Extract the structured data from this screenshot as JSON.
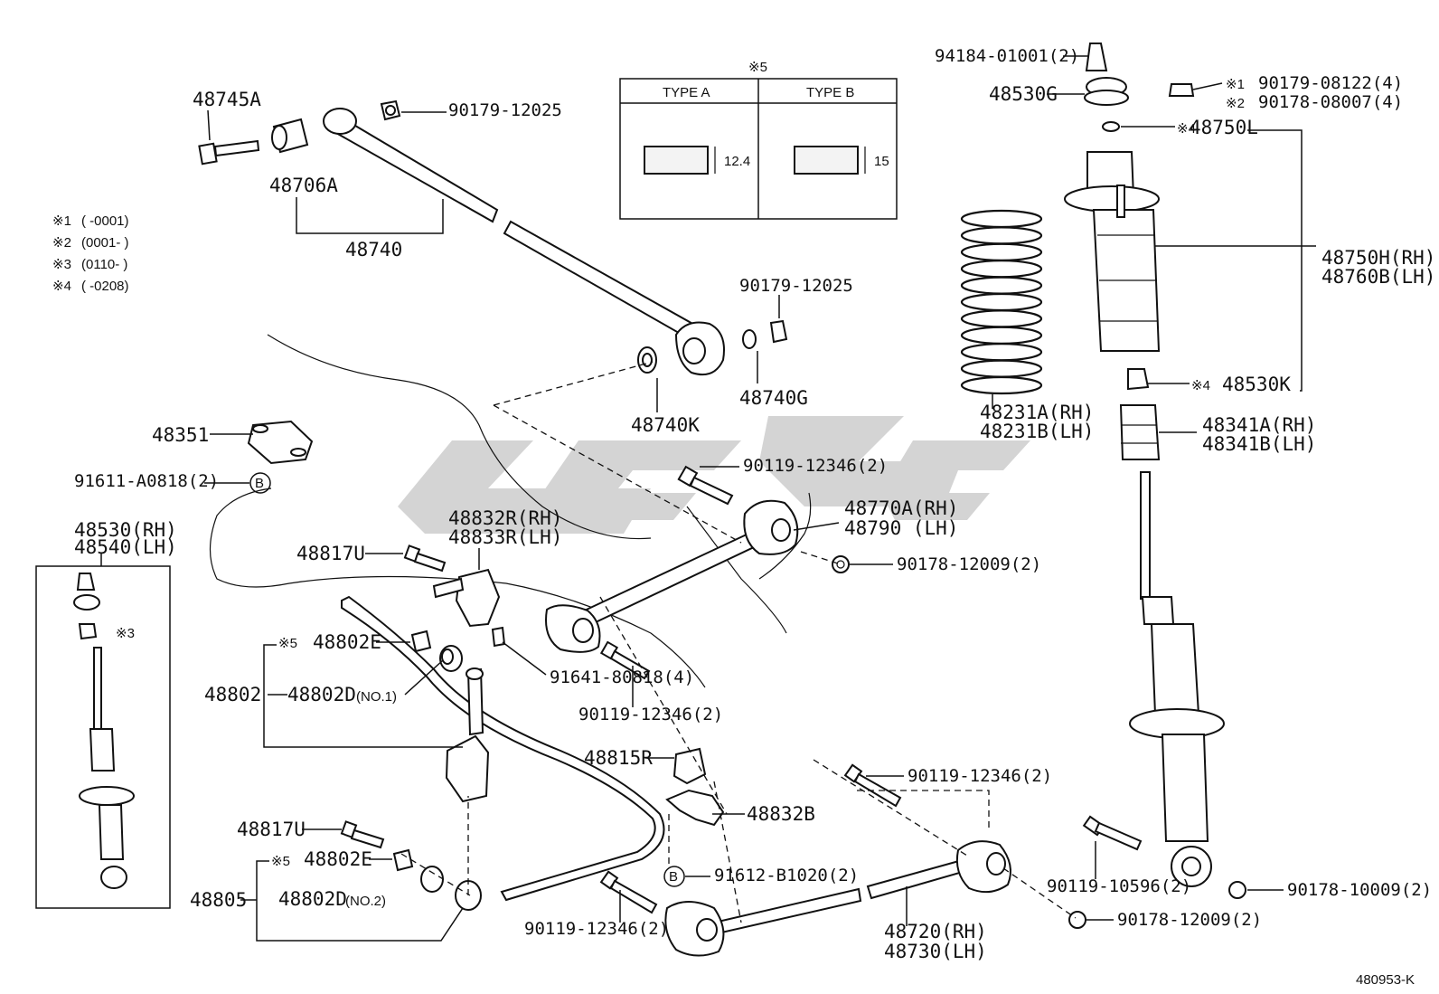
{
  "diagram": {
    "code": "480953-K",
    "watermark_color": "#d4d4d4",
    "notes": [
      {
        "mark": "※1",
        "range": "(      -0001)"
      },
      {
        "mark": "※2",
        "range": "(0001-      )"
      },
      {
        "mark": "※3",
        "range": "(0110-      )"
      },
      {
        "mark": "※4",
        "range": "(      -0208)"
      }
    ],
    "type_table": {
      "title": "※5",
      "col_a": "TYPE A",
      "col_b": "TYPE B",
      "dim_a": "12.4",
      "dim_b": "15"
    },
    "labels": {
      "p48745A": "48745A",
      "p48706A": "48706A",
      "p48740": "48740",
      "p90179_top": "90179-12025",
      "p90179_mid": "90179-12025",
      "p48740K": "48740K",
      "p48740G": "48740G",
      "p48351": "48351",
      "p91611": "91611-A0818(2)",
      "circle_b": "B",
      "p48530rh": "48530(RH)",
      "p48540lh": "48540(LH)",
      "x3": "※3",
      "p48817U_1": "48817U",
      "p48832R": "48832R(RH)",
      "p48833R": "48833R(LH)",
      "p90119_1": "90119-12346(2)",
      "p48770A": "48770A(RH)",
      "p48790": "48790  (LH)",
      "p90178_1": "90178-12009(2)",
      "x5_1": "※5",
      "p48802E_1": "48802E",
      "p48802": "48802",
      "p48802D_1": "48802D",
      "no1": "(NO.1)",
      "p91641": "91641-80818(4)",
      "p90119_2": "90119-12346(2)",
      "p48815R": "48815R",
      "p48832B": "48832B",
      "p90119_3": "90119-12346(2)",
      "p48817U_2": "48817U",
      "x5_2": "※5",
      "p48802E_2": "48802E",
      "p48805": "48805",
      "p48802D_2": "48802D",
      "no2": "(NO.2)",
      "p91612": "91612-B1020(2)",
      "p90119_4": "90119-12346(2)",
      "p48720": "48720(RH)",
      "p48730": "48730(LH)",
      "p90178_2": "90178-12009(2)",
      "p90119_5": "90119-10596(2)",
      "p90178_3": "90178-10009(2)",
      "p94184": "94184-01001(2)",
      "p48530G": "48530G",
      "x1": "※1",
      "p90179_08122": "90179-08122(4)",
      "x2": "※2",
      "p90178_08007": "90178-08007(4)",
      "x4_1": "※4",
      "p48750L": "48750L",
      "p48750H": "48750H(RH)",
      "p48760B": "48760B(LH)",
      "p48231A": "48231A(RH)",
      "p48231B": "48231B(LH)",
      "x4_2": "※4",
      "p48530K": "48530K",
      "p48341A": "48341A(RH)",
      "p48341B": "48341B(LH)"
    }
  }
}
